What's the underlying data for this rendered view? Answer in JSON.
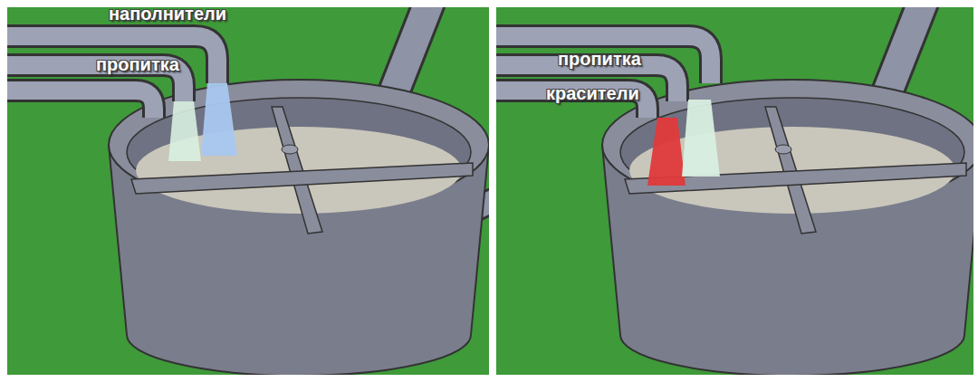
{
  "diagram": {
    "labels": [
      "наполнители",
      "пропитка",
      "пропитка",
      "красители"
    ]
  }
}
